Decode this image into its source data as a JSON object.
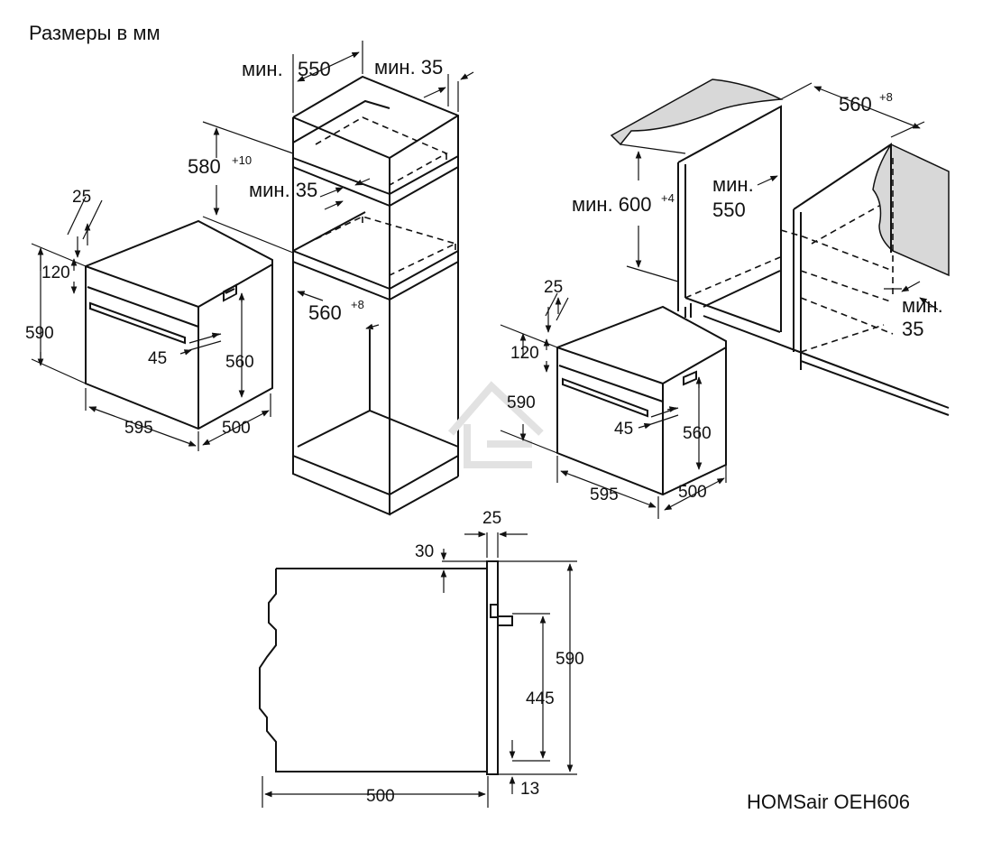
{
  "title": "Размеры в мм",
  "model": "HOMSair OEH606",
  "oven_front_a": {
    "depth_25": "25",
    "top_120": "120",
    "height_590": "590",
    "inner_560": "560",
    "handle_45": "45",
    "width_595": "595",
    "depth_500": "500"
  },
  "tall_cabinet": {
    "min_550_prefix": "мин.",
    "min_550": "550",
    "min_35a": "мин. 35",
    "height_580": "580",
    "height_580_tol": "+10",
    "min_35b": "мин. 35",
    "width_560": "560",
    "width_560_tol": "+8"
  },
  "under_counter": {
    "width_560": "560",
    "width_560_tol": "+8",
    "height_600_prefix": "мин. 600",
    "height_600_tol": "+4",
    "depth_550_prefix": "мин.",
    "depth_550": "550",
    "min_35_prefix": "мин.",
    "min_35": "35"
  },
  "oven_front_b": {
    "depth_25": "25",
    "top_120": "120",
    "height_590": "590",
    "inner_560": "560",
    "handle_45": "45",
    "width_595": "595",
    "depth_500": "500"
  },
  "side_view": {
    "front_25": "25",
    "top_30": "30",
    "height_590": "590",
    "handle_445": "445",
    "bottom_13": "13",
    "depth_500": "500"
  }
}
